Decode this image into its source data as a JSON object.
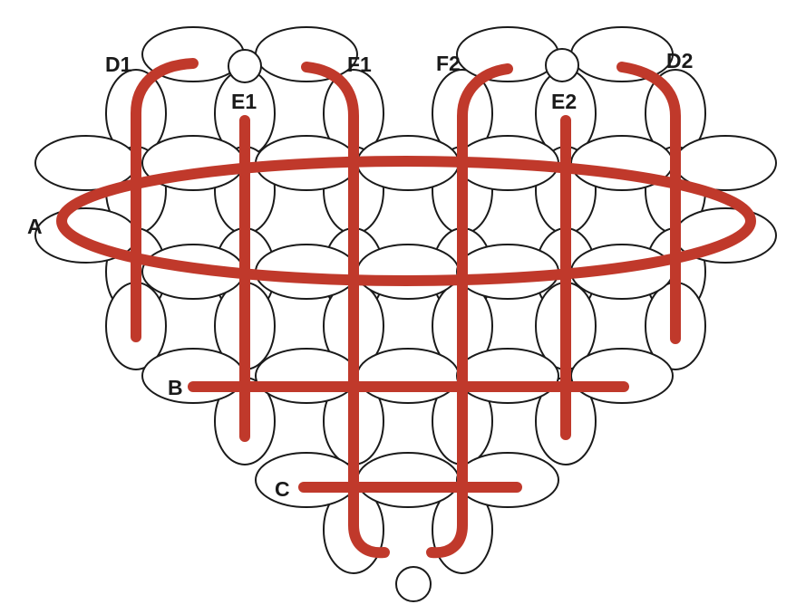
{
  "diagram": {
    "thread_color": "#c0392b",
    "bead_outline_color": "#1a1a1a",
    "bead_fill_color": "#ffffff",
    "labels": {
      "a": "A",
      "b": "B",
      "c": "C",
      "d1": "D1",
      "d2": "D2",
      "e1": "E1",
      "e2": "E2",
      "f1": "F1",
      "f2": "F2"
    }
  }
}
